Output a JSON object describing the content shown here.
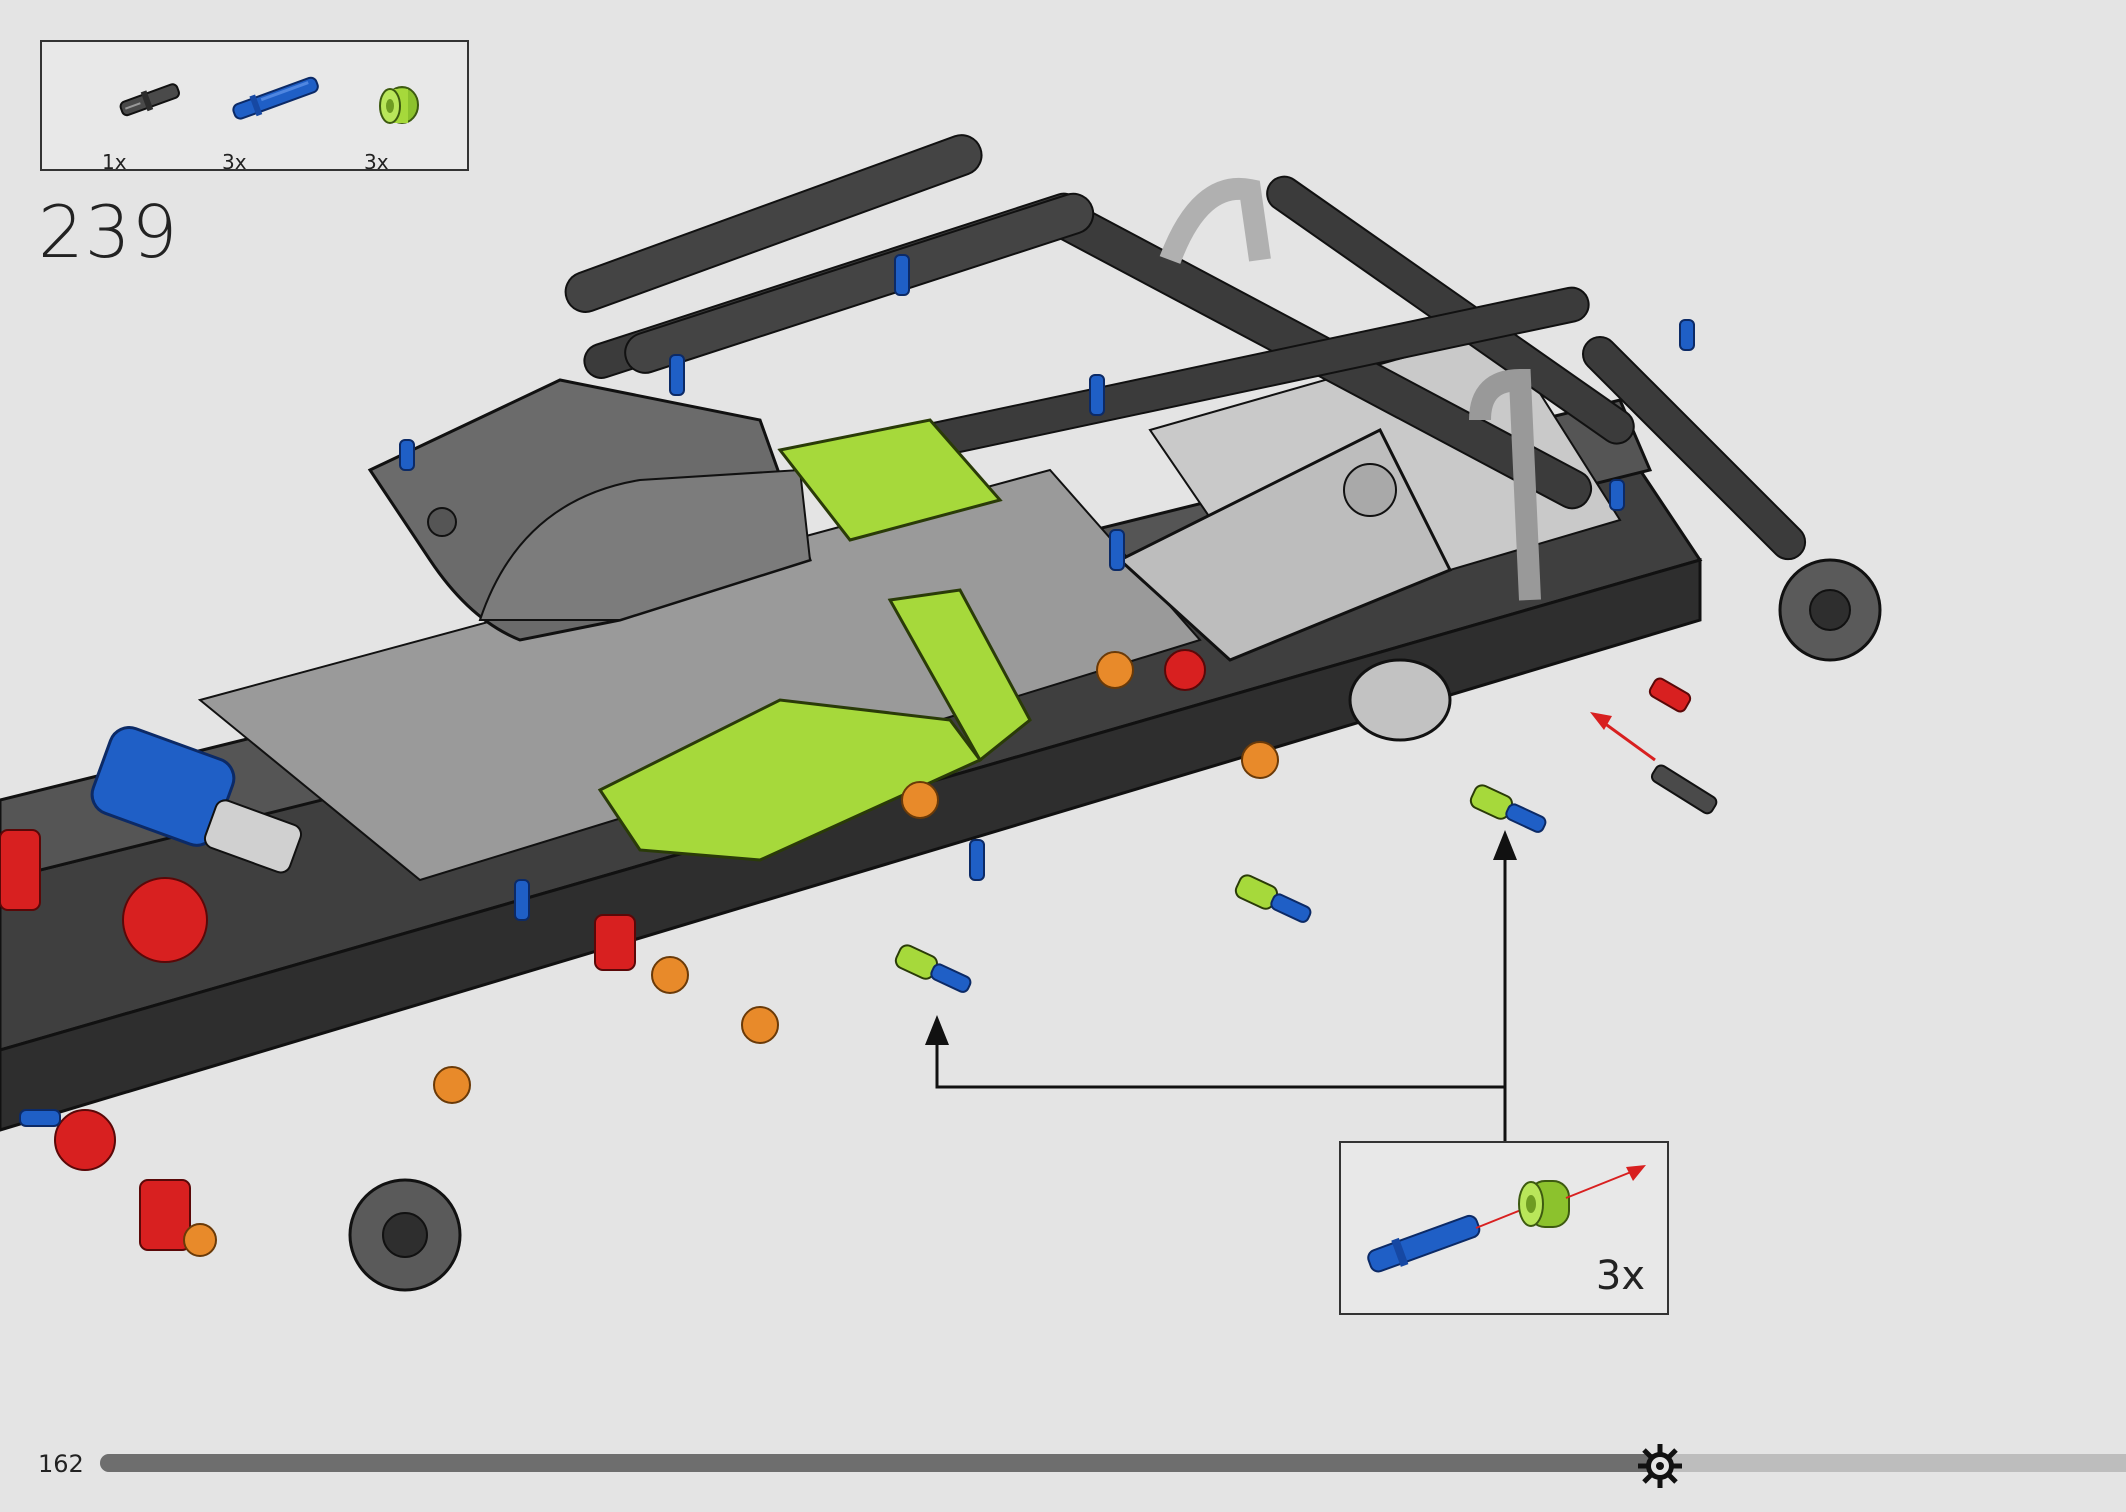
{
  "parts_list": [
    {
      "quantity": "1x",
      "part": "dark-gray-axle-pin"
    },
    {
      "quantity": "3x",
      "part": "blue-long-pin"
    },
    {
      "quantity": "3x",
      "part": "lime-bush"
    }
  ],
  "step_number": "239",
  "subassembly": {
    "quantity": "3x"
  },
  "page_number": "162",
  "progress": {
    "fraction": 0.77
  },
  "colors": {
    "background": "#e4e4e4",
    "dark_gray": "#4a4a4a",
    "light_gray": "#bfbfbf",
    "lime": "#a6d93b",
    "blue": "#1f5fc6",
    "red": "#d82020",
    "orange": "#e88a2a"
  }
}
